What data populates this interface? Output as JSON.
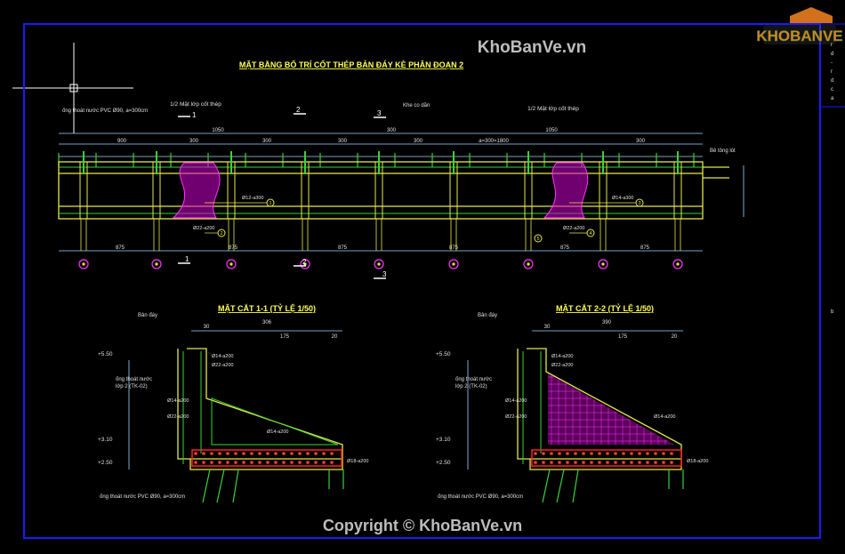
{
  "colors": {
    "background": "#000000",
    "frame": "#1a1aff",
    "structure": "#e8e84a",
    "rebar": "#39d339",
    "dimension": "#9fd6ff",
    "text": "#e0e0e0",
    "hatch": "#cc00cc",
    "section_red": "#ff2020",
    "watermark": "#bdbdbd",
    "logo_green": "#1f8f3a",
    "logo_orange": "#e87d1e"
  },
  "watermark": {
    "top": "KhoBanVe.vn",
    "bottom": "Copyright © KhoBanVe.vn",
    "logo_word": "KHOBANVE"
  },
  "plan": {
    "title": "MẶT BẰNG BỐ TRÍ CỐT THÉP BẢN ĐÁY KÈ PHÂN ĐOẠN 2",
    "left_note": "1/2 Mặt lớp cốt thép",
    "right_note": "1/2 Mặt lớp cốt thép",
    "pvc_note": "ống thoát nước PVC Ø90, a=300cm",
    "joint_note": "Khe co dãn",
    "legend_note": "Bê tông lót",
    "section_markers": [
      "1",
      "2",
      "3"
    ],
    "dimensions_top": [
      "1050",
      "300",
      "1050"
    ],
    "dimensions_mid": [
      "900",
      "300",
      "300",
      "300",
      "300",
      "a=300=1800",
      "300"
    ],
    "dimensions_bottom": [
      "875",
      "875",
      "875",
      "875",
      "875",
      "875"
    ],
    "callouts": [
      "Ø12-a300",
      "Ø22-a200",
      "Ø14-a300"
    ],
    "callout_numbers": [
      "1",
      "2",
      "3",
      "4",
      "5"
    ]
  },
  "section_1": {
    "title": "MẶT CẮT 1-1 (TỶ LỆ 1/50)",
    "notes": [
      "Bản đáy",
      "ống thoát nước",
      "lớp 2 (TK-02)",
      "ống thoát nước PVC Ø90, a=300cm"
    ],
    "elevations": [
      "+5.50",
      "+3.10",
      "+2.50"
    ],
    "callouts": [
      "Ø14-a200",
      "Ø22-a200",
      "Ø14-a200",
      "Ø22-a200",
      "Ø14-a200",
      "Ø18-a200"
    ],
    "dims": [
      "30",
      "306",
      "175",
      "20"
    ]
  },
  "section_2": {
    "title": "MẶT CẮT 2-2 (TỶ LỆ 1/50)",
    "notes": [
      "Bản đáy",
      "ống thoát nước",
      "lớp 2 (TK-02)",
      "ống thoát nước PVC Ø90, a=300cm"
    ],
    "elevations": [
      "+5.50",
      "+3.10",
      "+2.50"
    ],
    "callouts": [
      "Ø14-a200",
      "Ø22-a200",
      "Ø14-a200",
      "Ø22-a200",
      "Ø14-a200",
      "Ø18-a200"
    ],
    "dims": [
      "30",
      "390",
      "175",
      "20"
    ]
  }
}
